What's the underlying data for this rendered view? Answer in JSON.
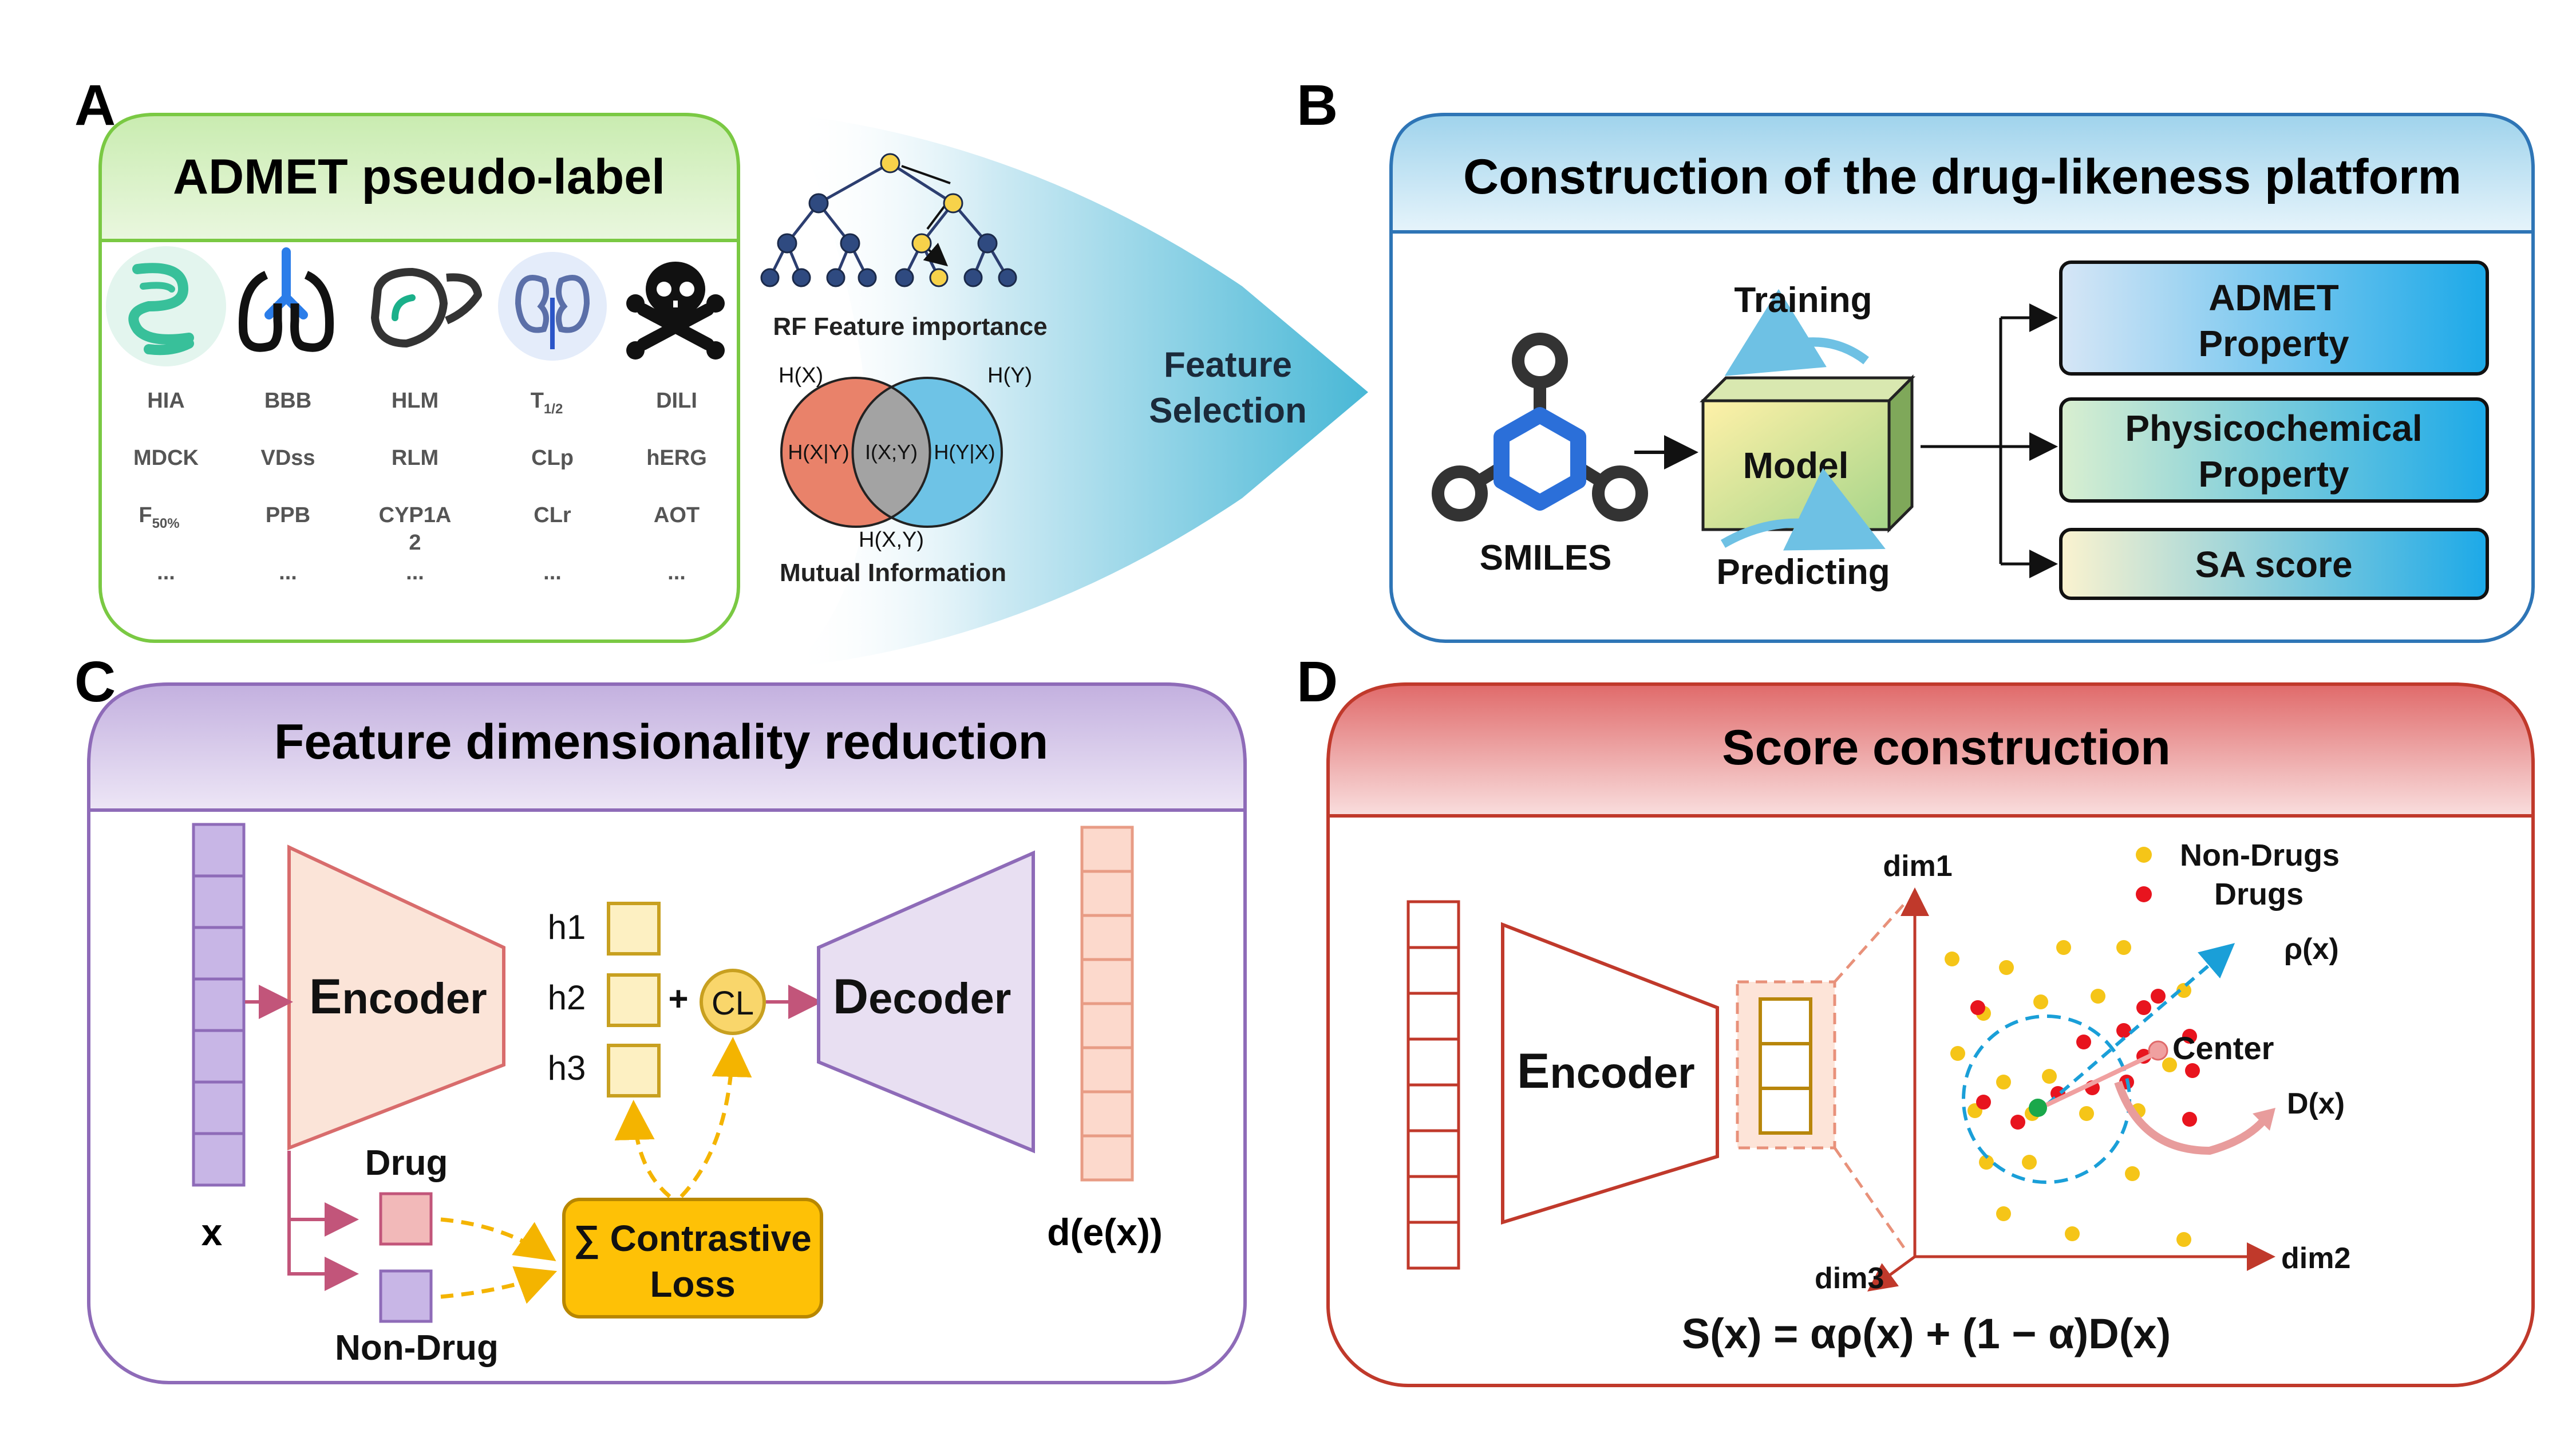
{
  "panels": {
    "A": {
      "letter": "A",
      "title": "ADMET pseudo-label",
      "columns": [
        {
          "icon": "intestine-icon",
          "items": [
            "HIA",
            "MDCK",
            "F50%",
            "..."
          ]
        },
        {
          "icon": "lungs-icon",
          "items": [
            "BBB",
            "VDss",
            "PPB",
            "..."
          ]
        },
        {
          "icon": "liver-icon",
          "items": [
            "HLM",
            "RLM",
            "CYP1A",
            "2",
            "..."
          ]
        },
        {
          "icon": "kidney-icon",
          "items": [
            "T1/2",
            "CLp",
            "CLr",
            "..."
          ]
        },
        {
          "icon": "skull-icon",
          "items": [
            "DILI",
            "hERG",
            "AOT",
            "..."
          ]
        }
      ],
      "rf_label": "RF Feature importance",
      "venn": {
        "hx": "H(X)",
        "hy": "H(Y)",
        "hxgy": "H(X|Y)",
        "ixy": "I(X;Y)",
        "hygx": "H(Y|X)",
        "hxy": "H(X,Y)",
        "label": "Mutual Information"
      },
      "arrow_label": [
        "Feature",
        "Selection"
      ]
    },
    "B": {
      "letter": "B",
      "title": "Construction of the drug-likeness platform",
      "smiles": "SMILES",
      "model": "Model",
      "training": "Training",
      "predicting": "Predicting",
      "outputs": [
        [
          "ADMET",
          "Property"
        ],
        [
          "Physicochemical",
          "Property"
        ],
        [
          "SA score"
        ]
      ]
    },
    "C": {
      "letter": "C",
      "title": "Feature dimensionality reduction",
      "x": "x",
      "encoder_first": "E",
      "encoder_rest": "ncoder",
      "decoder_first": "D",
      "decoder_rest": "ecoder",
      "hidden": [
        "h1",
        "h2",
        "h3"
      ],
      "plus": "+",
      "cl": "CL",
      "drug": "Drug",
      "non_drug": "Non-Drug",
      "loss": [
        "∑ Contrastive",
        "Loss"
      ],
      "output": "d(e(x))"
    },
    "D": {
      "letter": "D",
      "title": "Score construction",
      "encoder_first": "E",
      "encoder_rest": "ncoder",
      "axes": {
        "dim1": "dim1",
        "dim2": "dim2",
        "dim3": "dim3"
      },
      "legend": {
        "non_drugs": "Non-Drugs",
        "drugs": "Drugs"
      },
      "rho": "ρ(x)",
      "center": "Center",
      "dx": "D(x)",
      "formula": "S(x) = αρ(x) + (1 − α)D(x)"
    }
  },
  "colors": {
    "green_border": "#7ac943",
    "blue_border": "#2e75b6",
    "purple_border": "#8e6bb8",
    "red_border": "#c0392b",
    "drug_dot": "#e8141e",
    "nondrug_dot": "#f5c518",
    "center_dot": "#1aa84b"
  }
}
